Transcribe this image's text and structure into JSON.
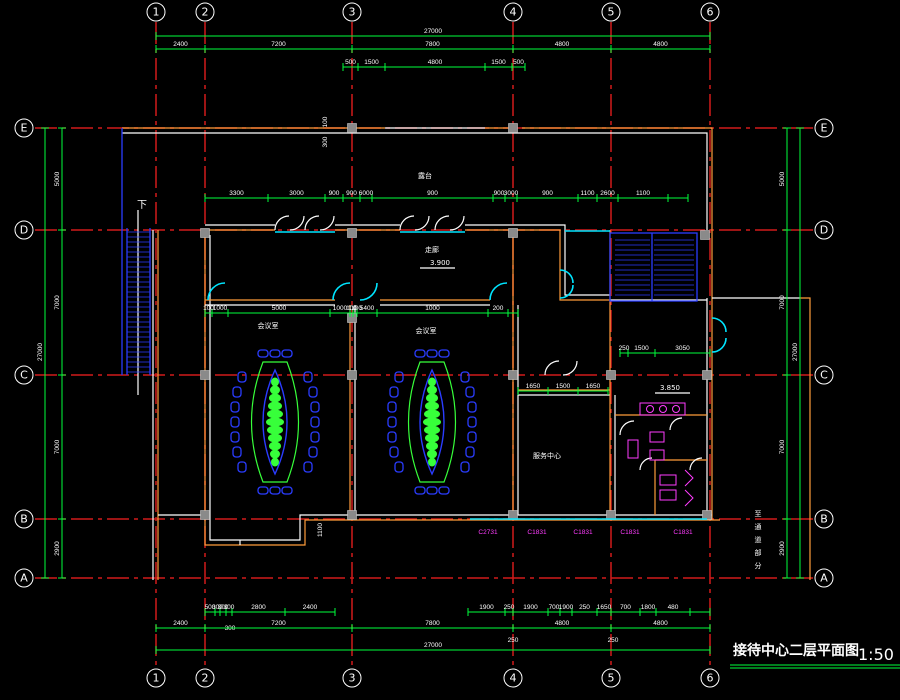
{
  "grid_axes": {
    "vertical": [
      "1",
      "2",
      "3",
      "4",
      "5",
      "6"
    ],
    "horizontal": [
      "E",
      "D",
      "C",
      "B",
      "A"
    ]
  },
  "dimensions": {
    "top_overall": "27000",
    "top_row": [
      "2400",
      "7200",
      "7800",
      "4800",
      "4800"
    ],
    "top_sub": [
      "500",
      "1500",
      "4800",
      "1500",
      "500"
    ],
    "balcony_row": [
      "3300",
      "3000",
      "900",
      "900",
      "6000",
      "900",
      "900",
      "3000",
      "900",
      "1100",
      "2600",
      "1100"
    ],
    "inner_row": [
      "100",
      "1000",
      "5000",
      "1000",
      "100",
      "1100",
      "5400",
      "1000",
      "200"
    ],
    "right_sub": [
      "250",
      "1500",
      "3050"
    ],
    "right_low": [
      "1650",
      "1500",
      "1650"
    ],
    "left_vertical": [
      "5000",
      "7000",
      "7000",
      "2900"
    ],
    "left_overall": "27000",
    "right_vertical": [
      "5000",
      "7000",
      "7000",
      "2900"
    ],
    "right_overall": "27000",
    "bottom_sub_left": [
      "500",
      "300",
      "300",
      "300",
      "2800",
      "2400"
    ],
    "bottom_mid_left": [
      "300"
    ],
    "bottom_sub_right": [
      "1900",
      "250",
      "1900",
      "700",
      "1900",
      "250",
      "1650",
      "700",
      "1800",
      "480"
    ],
    "bottom_row": [
      "2400",
      "7200",
      "7800",
      "4800",
      "4800"
    ],
    "bottom_mid": [
      "250",
      "250"
    ],
    "bottom_overall": "27000",
    "wall_small": [
      "100",
      "300",
      "1100"
    ]
  },
  "rooms": {
    "terrace": "露台",
    "corridor": "走廊",
    "meeting_left": "会议室",
    "meeting_right": "会议室",
    "service_center": "服务中心",
    "stair_down": "下",
    "elevation_1": "3.900",
    "elevation_2": "3.850",
    "side_note": [
      "至",
      "通",
      "道",
      "部",
      "分"
    ]
  },
  "windows": [
    "C2731",
    "C1831",
    "C1831",
    "C1831",
    "C1831"
  ],
  "title_block": {
    "title": "接待中心二层平面图",
    "scale": "1:50"
  },
  "colors": {
    "background": "#000000",
    "axis": "#d11a1a",
    "dimension": "#00ff3c",
    "wall": "#ff9d3b",
    "glass": "#00e5ff",
    "furniture": "#2a3cff",
    "fixtures": "#ff3cff",
    "plants": "#37ff3a"
  }
}
